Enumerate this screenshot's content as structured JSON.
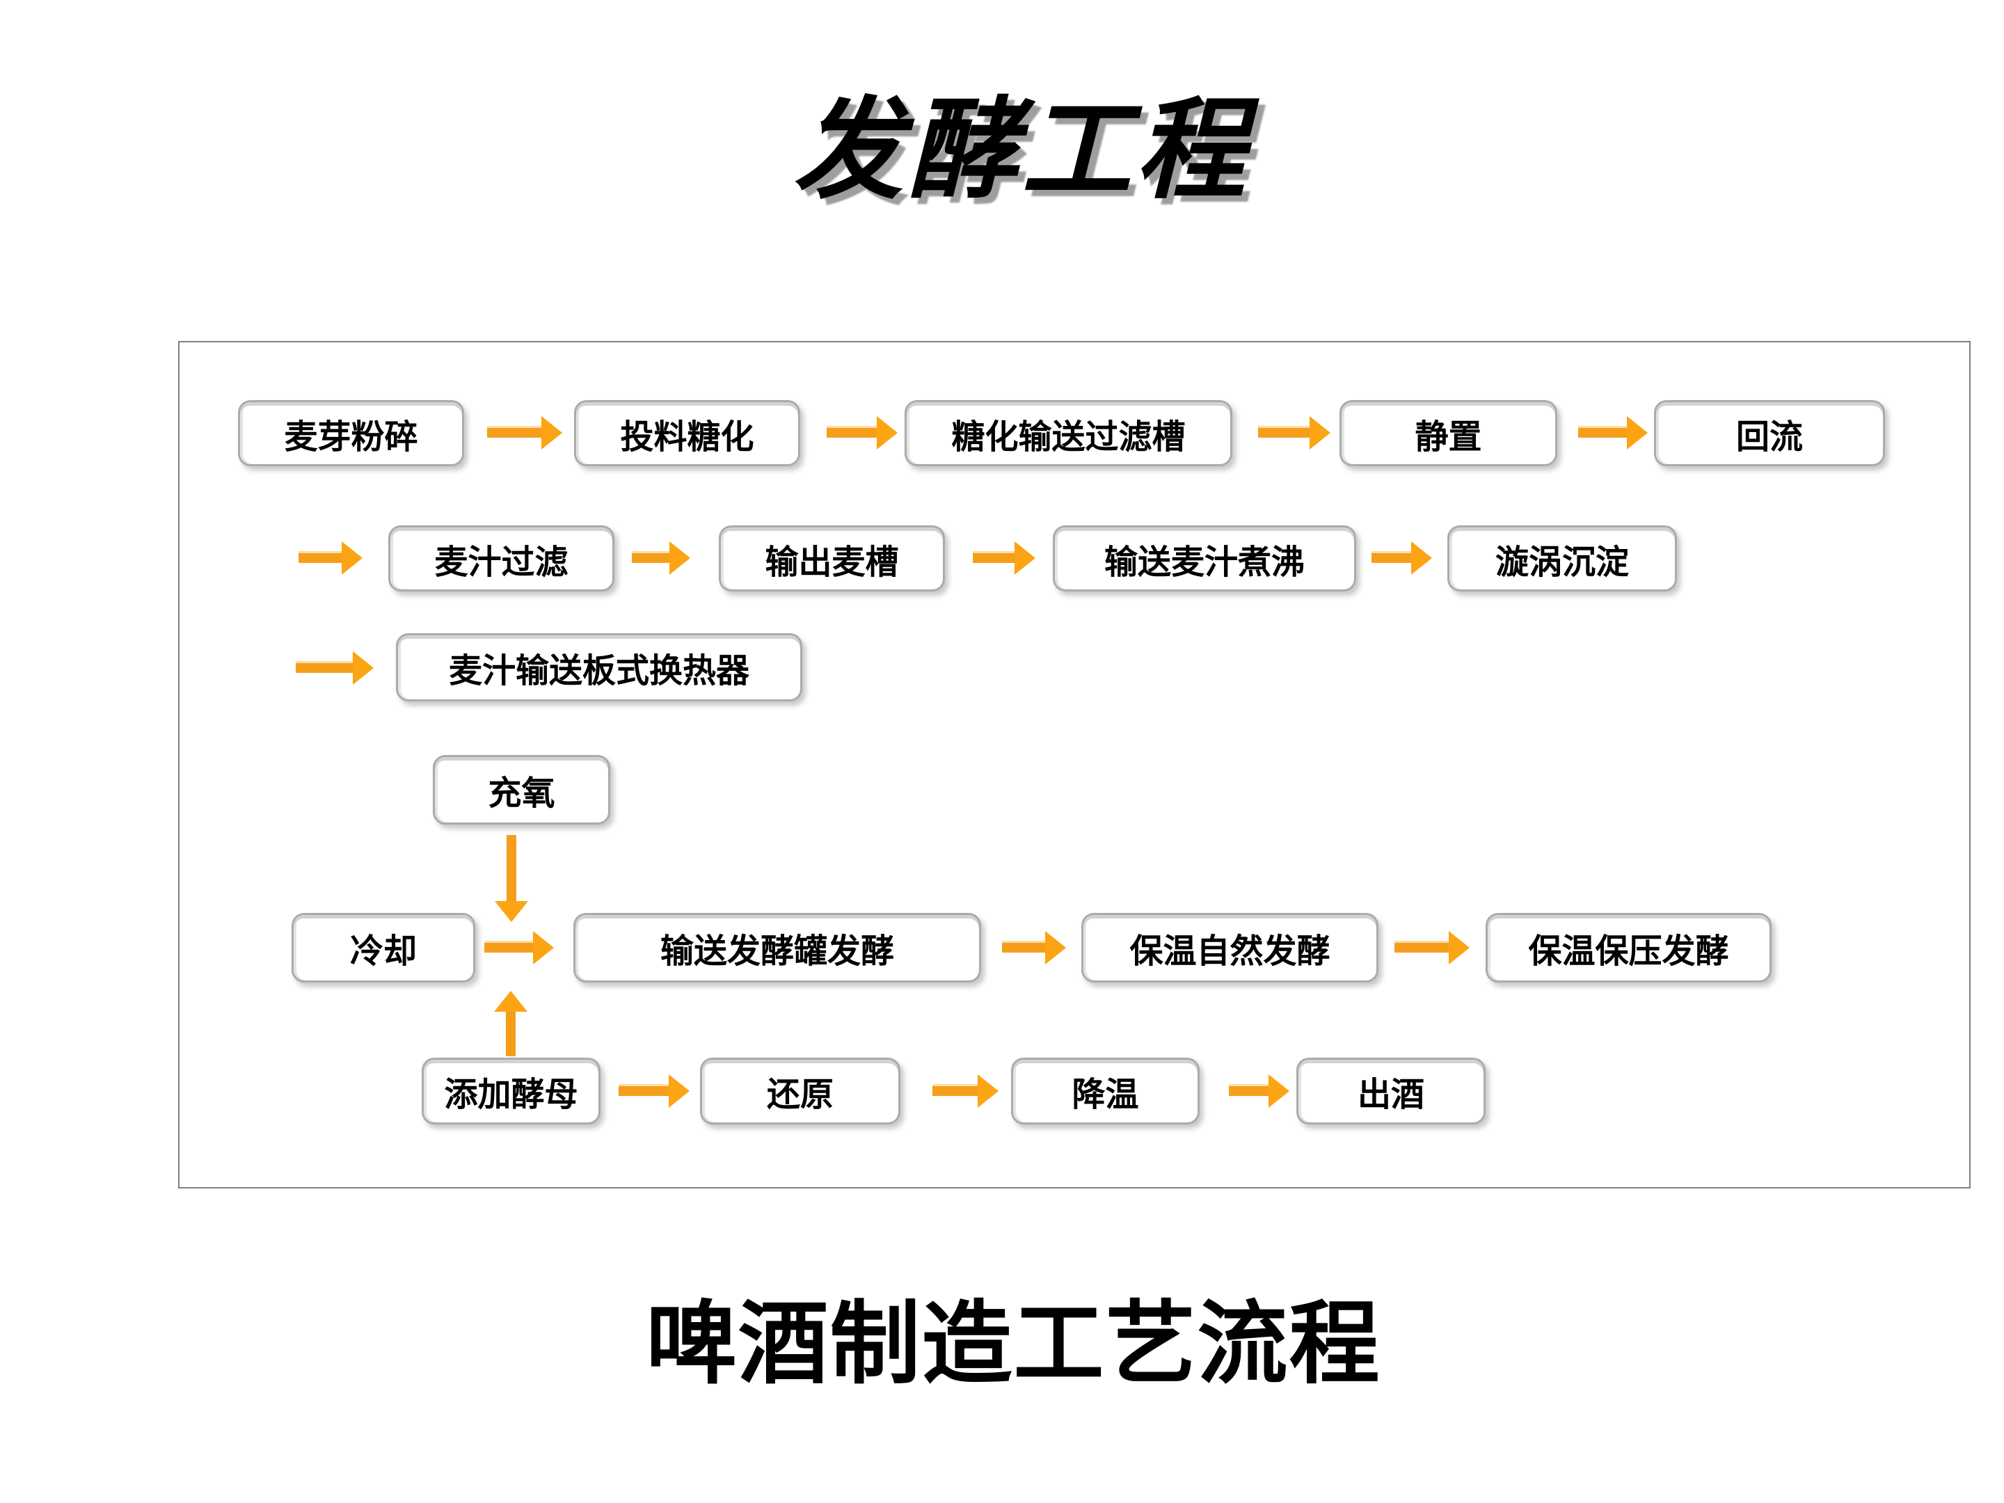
{
  "slide": {
    "title": "发酵工程",
    "caption": "啤酒制造工艺流程"
  },
  "colors": {
    "arrow": "#F59E1B",
    "arrow-head": "#FCA413",
    "box-border": "#ABABAB",
    "frame-border": "#7F7F7F",
    "title-shadow": "#9E9E9E"
  },
  "flowchart": {
    "row1": [
      "麦芽粉碎",
      "投料糖化",
      "糖化输送过滤槽",
      "静置",
      "回流"
    ],
    "row2": [
      "麦汁过滤",
      "输出麦槽",
      "输送麦汁煮沸",
      "漩涡沉淀"
    ],
    "row3": [
      "麦汁输送板式换热器"
    ],
    "oxygenation": "充氧",
    "row4": [
      "冷却",
      "输送发酵罐发酵",
      "保温自然发酵",
      "保温保压发酵"
    ],
    "add_yeast": "添加酵母",
    "row5": [
      "还原",
      "降温",
      "出酒"
    ]
  }
}
